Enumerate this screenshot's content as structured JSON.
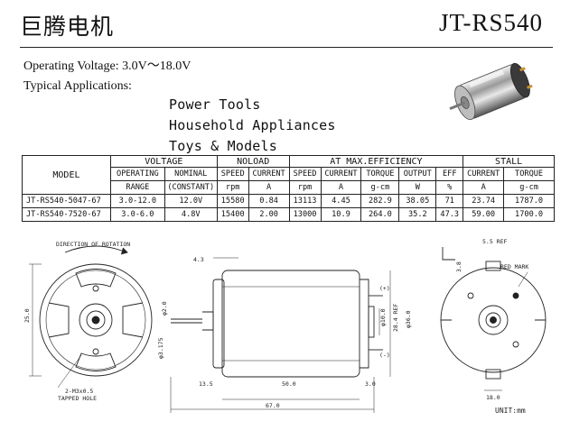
{
  "header": {
    "brand": "巨腾电机",
    "model_code": "JT-RS540"
  },
  "specs": {
    "operating_voltage": "Operating  Voltage: 3.0V～18.0V",
    "applications_label": "Typical Applications:",
    "applications": [
      "Power Tools",
      "Household Appliances",
      "Toys & Models"
    ]
  },
  "table": {
    "model_header": "MODEL",
    "groups": {
      "voltage": "VOLTAGE",
      "noload": "NOLOAD",
      "efficiency": "AT MAX.EFFICIENCY",
      "stall": "STALL"
    },
    "sub_headers": {
      "operating_1": "OPERATING",
      "operating_2": "RANGE",
      "nominal_1": "NOMINAL",
      "nominal_2": "(CONSTANT)",
      "noload_speed": "SPEED",
      "noload_current": "CURRENT",
      "eff_speed": "SPEED",
      "eff_current": "CURRENT",
      "eff_torque": "TORQUE",
      "eff_output": "OUTPUT",
      "eff_eff": "EFF",
      "stall_current": "CURRENT",
      "stall_torque": "TORQUE"
    },
    "units": {
      "noload_speed": "rpm",
      "noload_current": "A",
      "eff_speed": "rpm",
      "eff_current": "A",
      "eff_torque": "g-cm",
      "eff_output": "W",
      "eff_eff": "%",
      "stall_current": "A",
      "stall_torque": "g-cm"
    },
    "rows": [
      {
        "model": "JT-RS540-5047-67",
        "range": "3.0-12.0",
        "nominal": "12.0V",
        "nl_speed": "15580",
        "nl_current": "0.84",
        "eff_speed": "13113",
        "eff_current": "4.45",
        "eff_torque": "282.9",
        "eff_output": "38.05",
        "eff_eff": "71",
        "st_current": "23.74",
        "st_torque": "1787.0"
      },
      {
        "model": "JT-RS540-7520-67",
        "range": "3.0-6.0",
        "nominal": "4.8V",
        "nl_speed": "15400",
        "nl_current": "2.00",
        "eff_speed": "13000",
        "eff_current": "10.9",
        "eff_torque": "264.0",
        "eff_output": "35.2",
        "eff_eff": "47.3",
        "st_current": "59.00",
        "st_torque": "1700.0"
      }
    ]
  },
  "drawing": {
    "direction_label": "DIRECTION OF ROTATION",
    "tapped_1": "2-M3x0.5",
    "tapped_2": "TAPPED HOLE",
    "dim_43": "4.3",
    "dim_25": "25.0",
    "dim_d20": "φ2.0",
    "dim_d3175": "φ3.175",
    "dim_135": "13.5",
    "dim_500": "50.0",
    "dim_670": "67.0",
    "dim_30": "3.0",
    "dim_d10": "φ10.0",
    "dim_284": "28.4 REF",
    "dim_d360": "φ36.0",
    "plus": "(+)",
    "minus": "(-)",
    "dim_55": "5.5 REF",
    "dim_38": "3.8",
    "red_mark": "RED MARK",
    "dim_180": "18.0",
    "unit": "UNIT:mm"
  }
}
